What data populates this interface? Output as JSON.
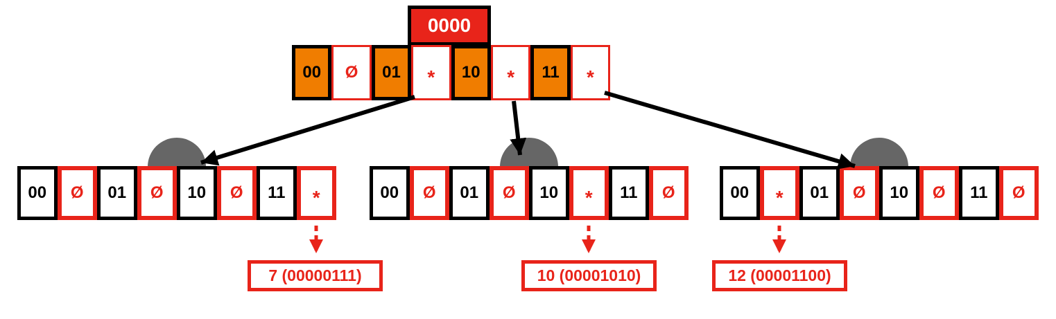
{
  "colors": {
    "red": "#e8241a",
    "orange": "#f07d00",
    "connector_gray": "#666666",
    "black": "#000000",
    "background": "#ffffff"
  },
  "root": {
    "header": "0000",
    "cells": [
      {
        "label": "00",
        "kind": "key"
      },
      {
        "label": "Ø",
        "kind": "empty"
      },
      {
        "label": "01",
        "kind": "key"
      },
      {
        "label": "*",
        "kind": "pointer"
      },
      {
        "label": "10",
        "kind": "key"
      },
      {
        "label": "*",
        "kind": "pointer"
      },
      {
        "label": "11",
        "kind": "key"
      },
      {
        "label": "*",
        "kind": "pointer"
      }
    ]
  },
  "children": [
    {
      "position": "left",
      "cells": [
        {
          "label": "00",
          "kind": "key"
        },
        {
          "label": "Ø",
          "kind": "empty"
        },
        {
          "label": "01",
          "kind": "key"
        },
        {
          "label": "Ø",
          "kind": "empty"
        },
        {
          "label": "10",
          "kind": "key"
        },
        {
          "label": "Ø",
          "kind": "empty"
        },
        {
          "label": "11",
          "kind": "key"
        },
        {
          "label": "*",
          "kind": "pointer"
        }
      ],
      "leaf_value": "7 (00000111)"
    },
    {
      "position": "middle",
      "cells": [
        {
          "label": "00",
          "kind": "key"
        },
        {
          "label": "Ø",
          "kind": "empty"
        },
        {
          "label": "01",
          "kind": "key"
        },
        {
          "label": "Ø",
          "kind": "empty"
        },
        {
          "label": "10",
          "kind": "key"
        },
        {
          "label": "*",
          "kind": "pointer"
        },
        {
          "label": "11",
          "kind": "key"
        },
        {
          "label": "Ø",
          "kind": "empty"
        }
      ],
      "leaf_value": "10 (00001010)"
    },
    {
      "position": "right",
      "cells": [
        {
          "label": "00",
          "kind": "key"
        },
        {
          "label": "*",
          "kind": "pointer"
        },
        {
          "label": "01",
          "kind": "key"
        },
        {
          "label": "Ø",
          "kind": "empty"
        },
        {
          "label": "10",
          "kind": "key"
        },
        {
          "label": "Ø",
          "kind": "empty"
        },
        {
          "label": "11",
          "kind": "key"
        },
        {
          "label": "Ø",
          "kind": "empty"
        }
      ],
      "leaf_value": "12 (00001100)"
    }
  ]
}
